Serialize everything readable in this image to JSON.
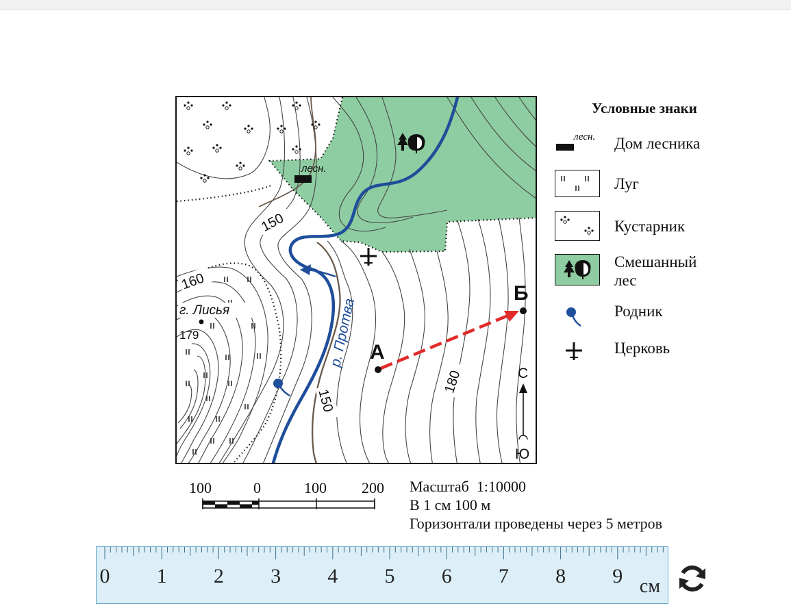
{
  "legend": {
    "title": "Условные знаки",
    "items": [
      {
        "key": "forester-house",
        "label": "Дом лесника",
        "mark": "лесн."
      },
      {
        "key": "meadow",
        "label": "Луг"
      },
      {
        "key": "shrub",
        "label": "Кустарник"
      },
      {
        "key": "mixed-forest",
        "label_line1": "Смешанный",
        "label_line2": "лес"
      },
      {
        "key": "spring",
        "label": "Родник"
      },
      {
        "key": "church",
        "label": "Церковь"
      }
    ]
  },
  "map": {
    "forester_mark": "лесн.",
    "river_label": "р. Протва",
    "hill_label": "г. Лисья",
    "hill_height": "179",
    "contour_labels": [
      "150",
      "160",
      "150",
      "180"
    ],
    "point_a": "А",
    "point_b": "Б",
    "compass_north": "С",
    "compass_south": "Ю",
    "colors": {
      "forest": "#8ecda1",
      "river": "#1f4e9a",
      "route": "#e02b2b"
    }
  },
  "scale_bar": {
    "ticks": [
      "100",
      "0",
      "100",
      "200"
    ]
  },
  "scale_info": {
    "scale": "Масштаб  1:10000",
    "per_cm": "В 1 см 100 м",
    "contour_interval": "Горизонтали проведены через 5 метров"
  },
  "ruler": {
    "numbers": [
      "0",
      "1",
      "2",
      "3",
      "4",
      "5",
      "6",
      "7",
      "8",
      "9"
    ],
    "unit": "см",
    "max_cm": 10
  },
  "controls": {
    "refresh_icon": "refresh-icon"
  }
}
